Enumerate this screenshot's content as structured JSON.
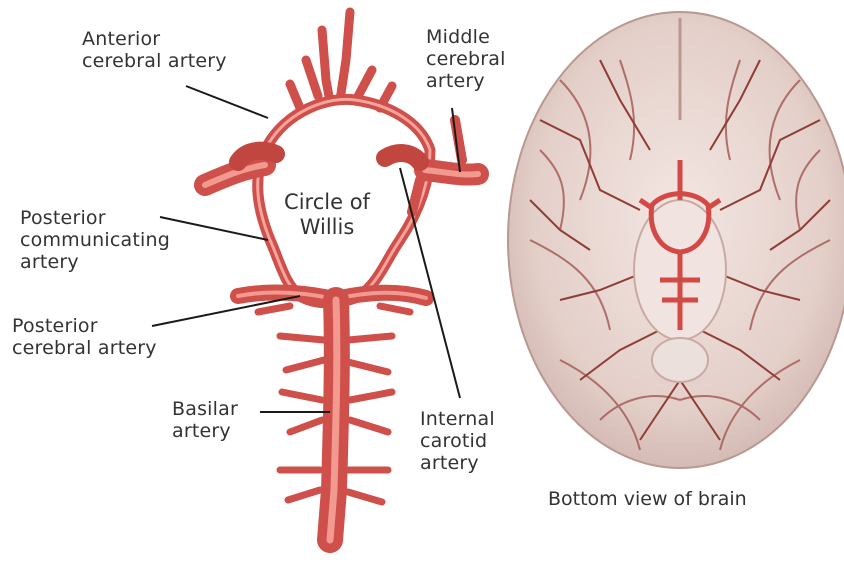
{
  "labels": {
    "anterior_cerebral": "Anterior\ncerebral artery",
    "middle_cerebral": "Middle\ncerebral\nartery",
    "posterior_communicating": "Posterior\ncommunicating\nartery",
    "posterior_cerebral": "Posterior\ncerebral artery",
    "basilar": "Basilar\nartery",
    "internal_carotid": "Internal\ncarotid\nartery",
    "circle_of_willis": "Circle of\nWillis"
  },
  "caption": "Bottom view of brain",
  "colors": {
    "artery": "#d95a57",
    "artery_dark": "#b63c3c",
    "artery_highlight": "#f39a94",
    "brain": "#e9d7d2",
    "brain_vessel": "#9c4a46",
    "leader_line": "#1a1a1a"
  }
}
